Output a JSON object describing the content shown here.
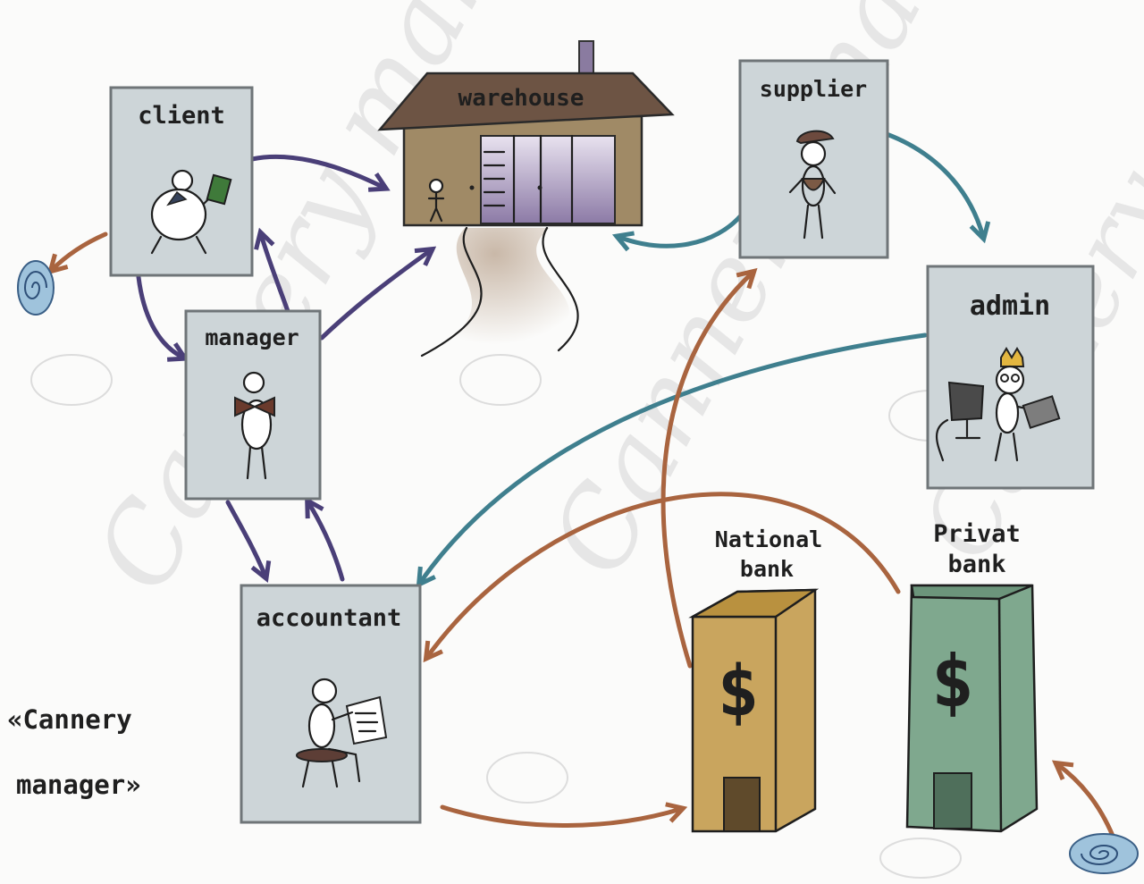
{
  "nodes": {
    "client": "client",
    "warehouse": "warehouse",
    "supplier": "supplier",
    "manager": "manager",
    "admin": "admin",
    "accountant": "accountant",
    "national_bank": [
      "National",
      "bank"
    ],
    "privat_bank": [
      "Privat",
      "bank"
    ]
  },
  "caption": [
    "«Cannery",
    "manager»"
  ],
  "bank_symbol": "$",
  "watermark": "Cannery manager",
  "icons": {
    "client": "stick-figure-with-money-icon",
    "warehouse": "warehouse-building-icon",
    "supplier": "stick-figure-with-cap-icon",
    "manager": "stick-figure-with-bowtie-icon",
    "admin": "stick-figure-with-crown-and-computer-icon",
    "accountant": "stick-figure-reading-document-icon",
    "bank": "bank-building-icon",
    "spiral": "spiral-icon"
  },
  "colors": {
    "purple_arrow": "#4a3f78",
    "teal_arrow": "#3f7f8e",
    "brown_arrow": "#a9643f",
    "card_fill": "#cdd5d8",
    "warehouse": "#a08a66",
    "national_bank": "#c9a55e",
    "privat_bank": "#7fa88e"
  }
}
